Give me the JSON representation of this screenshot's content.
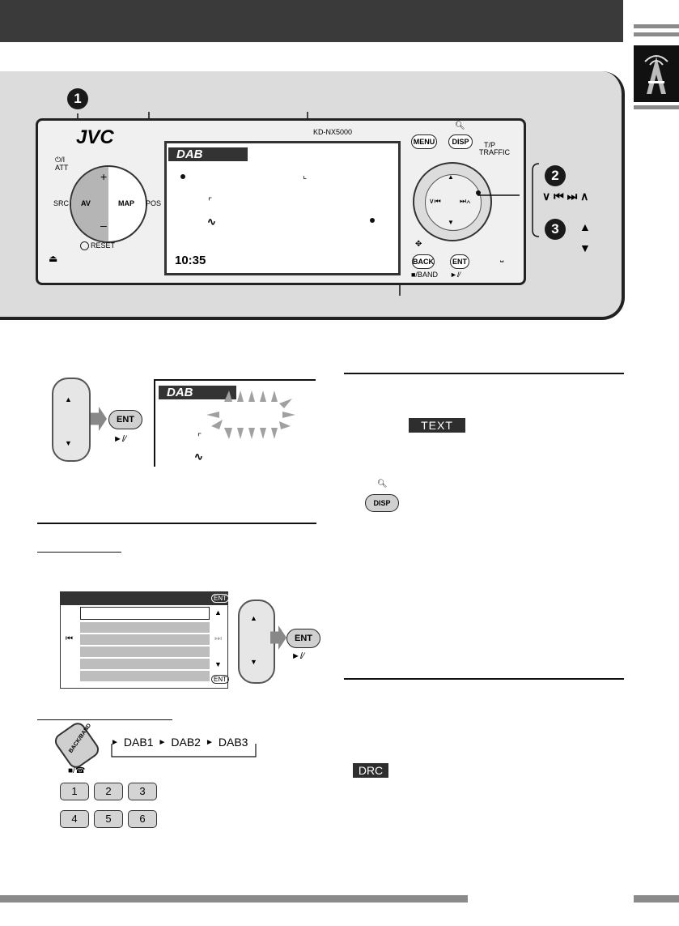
{
  "brand": "JVC",
  "model": "KD-NX5000",
  "screen": {
    "band_label": "DAB",
    "clock": "10:35"
  },
  "unit_buttons": {
    "power_label": "⏻/I",
    "att_label": "ATT",
    "src": "SRC",
    "av": "AV",
    "plus": "+",
    "minus": "–",
    "map": "MAP",
    "pos": "POS",
    "reset": "RESET",
    "menu": "MENU",
    "disp": "DISP",
    "tp": "T/P",
    "traffic": "TRAFFIC",
    "back": "BACK",
    "band": "■/BAND",
    "ent": "ENT",
    "ent_sub": "►/⁄"
  },
  "callouts": {
    "one": "1",
    "two": "2",
    "three": "3"
  },
  "step2_symbols": "∨ ⏮  ⏭ ∧",
  "step3_up": "▲",
  "step3_down": "▼",
  "lower_left": {
    "ent": "ENT",
    "ent_sub": "►/⁄",
    "dab": "DAB",
    "bands": [
      "DAB1",
      "DAB2",
      "DAB3"
    ],
    "presets": [
      "1",
      "2",
      "3",
      "4",
      "5",
      "6"
    ],
    "backband_label": "BACK/BAND"
  },
  "right_column": {
    "text_badge": "TEXT",
    "disp": "DISP",
    "drc_badge": "DRC"
  }
}
